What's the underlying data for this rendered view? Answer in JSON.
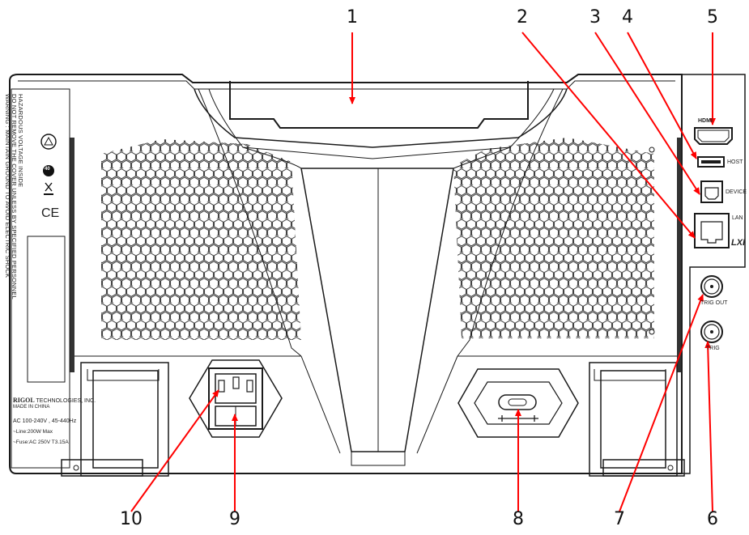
{
  "callouts": [
    "1",
    "2",
    "3",
    "4",
    "5",
    "6",
    "7",
    "8",
    "9",
    "10"
  ],
  "ports": {
    "hdmi": "HDMI",
    "host": "HOST",
    "device": "DEVICE",
    "lan": "LAN",
    "lxi": "LXI",
    "trig_out": "TRIG OUT",
    "trig_in": "TRIG"
  },
  "warning": {
    "line1": "HAZARDOUS VOLTAGE INSIDE",
    "line2": "DO NOT REMOVE THE COVER UNLESS BY SPECIFIED PERSONNEL",
    "line3": "WARNING : MAINTAIN GROUND TO AVOID ELECTRIC SHOCK"
  },
  "cert": {
    "ce": "CE",
    "tuv": "40"
  },
  "manufacturer": {
    "brand": "RIGOL",
    "company": "TECHNOLOGIES, INC.",
    "made_in": "MADE IN CHINA",
    "ac": "AC 100-240V , 45-440Hz",
    "line": "~Line:200W Max",
    "fuse": "~Fuse:AC 250V T3.15A"
  },
  "colors": {
    "outline": "#1a1a1a",
    "arrow": "#ff0000",
    "panel": "#ffffff"
  }
}
